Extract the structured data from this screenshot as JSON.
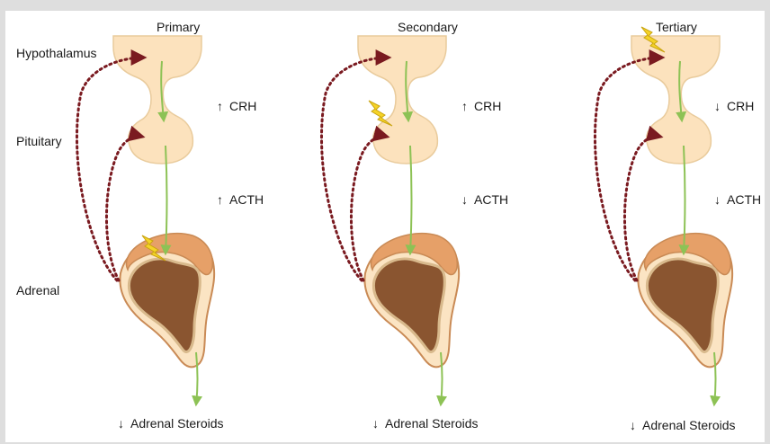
{
  "columns": [
    {
      "title": "Primary",
      "crh": "CRH",
      "crh_dir": "up",
      "acth": "ACTH",
      "acth_dir": "up",
      "steroids": "Adrenal Steroids",
      "steroids_dir": "down",
      "lesion_site": "adrenal"
    },
    {
      "title": "Secondary",
      "crh": "CRH",
      "crh_dir": "up",
      "acth": "ACTH",
      "acth_dir": "down",
      "steroids": "Adrenal Steroids",
      "steroids_dir": "down",
      "lesion_site": "pituitary"
    },
    {
      "title": "Tertiary",
      "crh": "CRH",
      "crh_dir": "down",
      "acth": "ACTH",
      "acth_dir": "down",
      "steroids": "Adrenal Steroids",
      "steroids_dir": "down",
      "lesion_site": "hypothalamus"
    }
  ],
  "row_labels": {
    "hypothalamus": "Hypothalamus",
    "pituitary": "Pituitary",
    "adrenal": "Adrenal"
  },
  "arrows": {
    "up": "↑",
    "down": "↓"
  },
  "colors": {
    "gland_fill": "#fce2bd",
    "gland_outline": "#e5c593",
    "adrenal_outer": "#e6a068",
    "adrenal_cortex": "#fbe4c3",
    "adrenal_medulla": "#8a5530",
    "pathway_green": "#8dc255",
    "feedback_dotted": "#7a1a20",
    "lesion_bolt": "#f5d327",
    "background": "#dedede"
  }
}
